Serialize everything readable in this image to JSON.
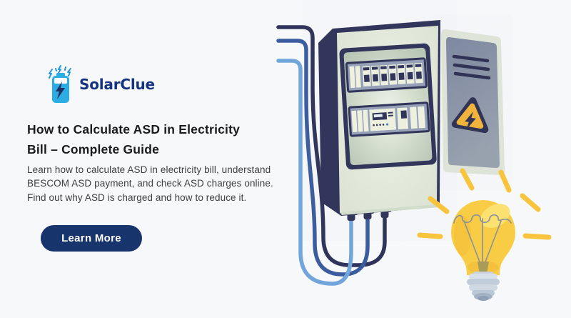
{
  "page": {
    "background": "#F7F8FA"
  },
  "brand": {
    "name": "SolarClue",
    "logo_icon": "battery-lightning-icon",
    "text_color": "#16337E",
    "battery_color": "#2BACE2"
  },
  "hero": {
    "title": "How to Calculate ASD in Electricity Bill – Complete Guide",
    "title_lines": [
      "How to Calculate ASD in Electricity",
      "Bill – Complete Guide"
    ],
    "description": "Learn how to calculate ASD in electricity bill, understand BESCOM ASD payment, and check ASD charges online. Find out why ASD is charged and how to reduce it.",
    "cta": {
      "label": "Learn More",
      "background": "#17356C",
      "text_color": "#FFFFFF"
    }
  },
  "illustration": {
    "name": "open-electrical-panel-with-light-bulb",
    "elements": [
      "power-cables",
      "breaker-panel-box",
      "circuit-breaker-row",
      "meter-module-row",
      "open-panel-door",
      "warning-triangle-sign",
      "bottom-plug-connectors",
      "glowing-light-bulb"
    ],
    "colors": {
      "navy": "#31345A",
      "panel_face": "#E2E8DC",
      "module_strip": "#96A1B7",
      "module_cream": "#EFF2E0",
      "door_inner_grey": "#8E97A7",
      "cable_dark": "#31345A",
      "cable_medium_blue": "#3B5C9E",
      "cable_light_blue": "#72A5DA",
      "warning_yellow": "#F2B53B",
      "bulb_yellow": "#F8CD45",
      "ray_yellow": "#F8C43D",
      "screw_base_grey": "#C0CCDA"
    }
  }
}
